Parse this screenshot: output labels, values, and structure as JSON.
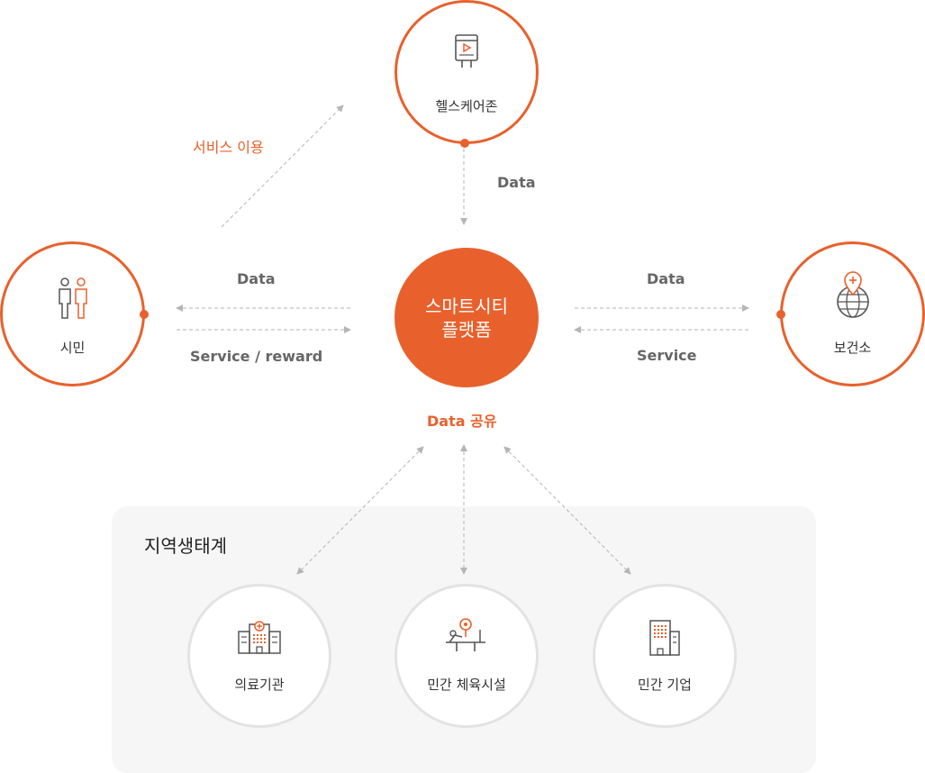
{
  "center": {
    "line1": "스마트시티",
    "line2": "플랫폼"
  },
  "nodes": {
    "healthcare_zone": {
      "label": "헬스케어존",
      "icon": "kiosk-icon"
    },
    "citizen": {
      "label": "시민",
      "icon": "people-icon"
    },
    "health_center": {
      "label": "보건소",
      "icon": "globe-pin-icon"
    },
    "medical": {
      "label": "의료기관",
      "icon": "hospital-icon"
    },
    "sports": {
      "label": "민간 체육시설",
      "icon": "bench-press-icon"
    },
    "enterprise": {
      "label": "민간 기업",
      "icon": "office-building-icon"
    }
  },
  "edges": {
    "service_use": "서비스 이용",
    "healthcare_data": "Data",
    "citizen_data": "Data",
    "citizen_service": "Service / reward",
    "health_data": "Data",
    "health_service": "Service",
    "data_share": "Data 공유"
  },
  "region": {
    "title": "지역생태계"
  },
  "colors": {
    "accent": "#e8612c",
    "gray_border": "#e3e3e3",
    "region_bg": "#f6f6f6",
    "arrow": "#b5b5b5"
  }
}
